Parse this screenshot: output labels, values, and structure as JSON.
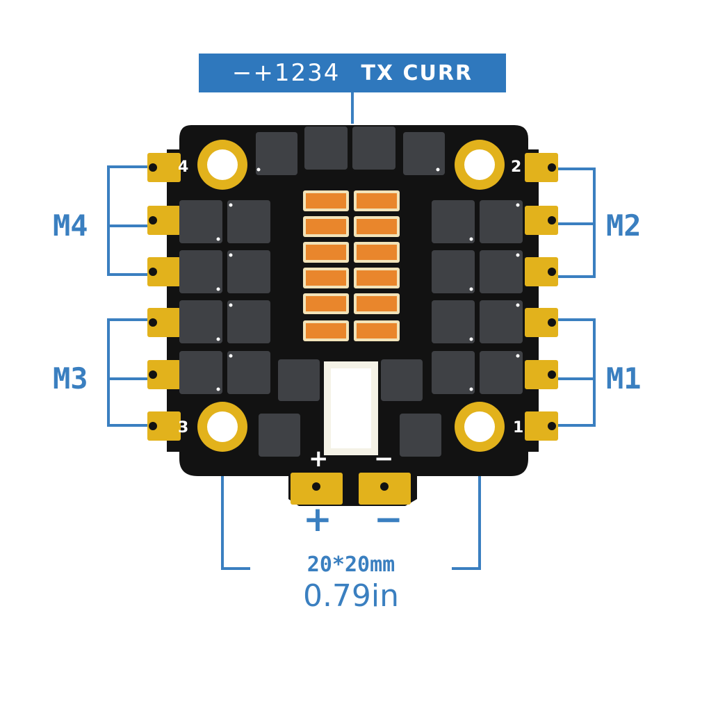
{
  "header": {
    "pins": "−+1234",
    "signals": "TX CURR"
  },
  "motors": {
    "m1": "M1",
    "m2": "M2",
    "m3": "M3",
    "m4": "M4"
  },
  "mount_holes": {
    "h1": "1",
    "h2": "2",
    "h3": "3",
    "h4": "4"
  },
  "power": {
    "plus": "+",
    "minus": "−"
  },
  "dimensions": {
    "mm": "20*20mm",
    "inch": "0.79in"
  },
  "colors": {
    "accent": "#2f78bd",
    "pcb": "#121212",
    "gold": "#e2b21c",
    "resistor": "#e9862c",
    "mosfet": "#3f4145"
  }
}
